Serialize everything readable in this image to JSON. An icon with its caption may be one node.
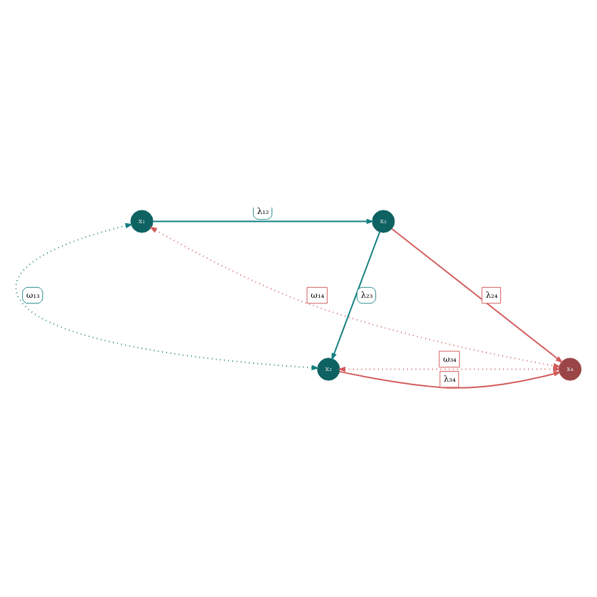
{
  "diagram": {
    "nodes": [
      {
        "text": [
          "x₁"
        ]
      },
      {
        "text": [
          "x₂"
        ]
      },
      {
        "text": [
          "x₃"
        ]
      },
      {
        "text": [
          "x₄"
        ]
      }
    ],
    "edges": [
      {
        "from": 0,
        "to": 1,
        "arrow": "to",
        "label": "λ₁₂",
        "color": "#137f7f"
      },
      {
        "from": 1,
        "to": 2,
        "arrow": "to",
        "label": "λ₂₃",
        "color": "#137f7f"
      },
      {
        "from": 1,
        "to": 3,
        "arrow": "to",
        "label": "λ₂₄",
        "color": "#d25a5a"
      },
      {
        "from": 2,
        "to": 3,
        "arrow": "to",
        "label": "λ₃₄",
        "color": "#d25a5a"
      },
      {
        "from": 0,
        "to": 2,
        "arrow": "both",
        "label": "ω₁₃",
        "style": "dashed",
        "color": "#137f7f"
      },
      {
        "from": 0,
        "to": 3,
        "arrow": "both",
        "label": "ω₁₄",
        "style": "dashed",
        "color": "#d25a5a"
      },
      {
        "from": 2,
        "to": 3,
        "arrow": "both",
        "label": "ω₃₄",
        "style": "dashed",
        "color": "#d25a5a"
      }
    ]
  }
}
